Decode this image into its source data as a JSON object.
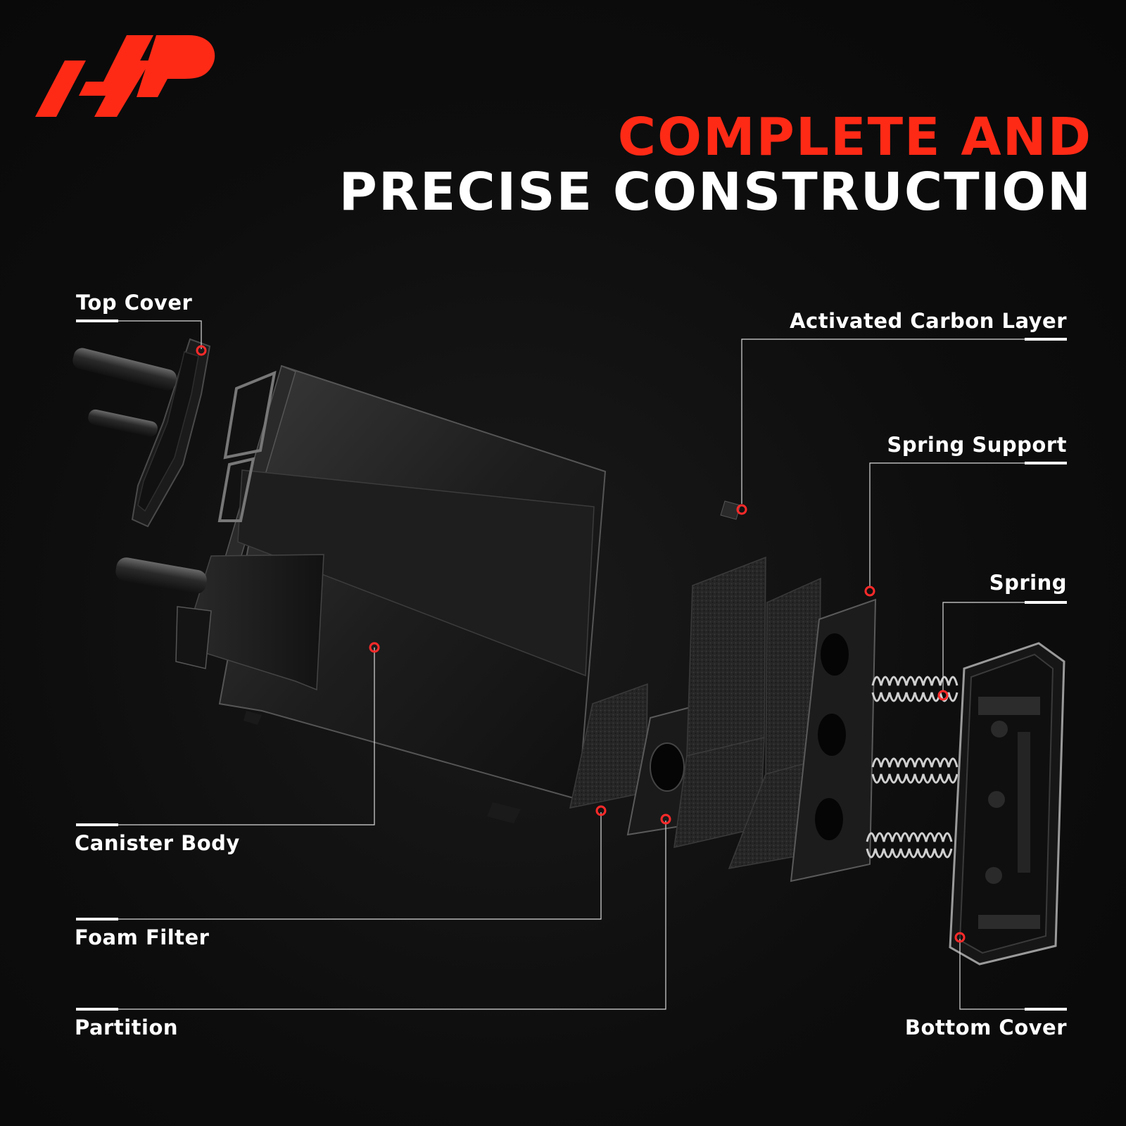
{
  "headline": {
    "line1": "COMPLETE AND",
    "line2": "PRECISE CONSTRUCTION"
  },
  "brand": {
    "accent_color": "#ff2a16",
    "logo_icon": "ap-logo-icon"
  },
  "parts": {
    "top_cover": "Top Cover",
    "canister_body": "Canister Body",
    "foam_filter": "Foam Filter",
    "partition": "Partition",
    "activated_carbon_layer": "Activated Carbon Layer",
    "spring_support": "Spring Support",
    "spring": "Spring",
    "bottom_cover": "Bottom Cover"
  }
}
